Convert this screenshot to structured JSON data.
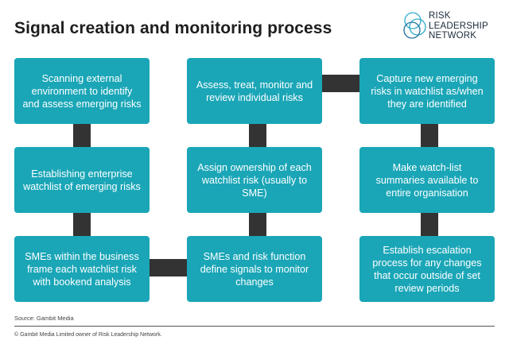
{
  "title": "Signal creation and monitoring process",
  "logo": {
    "line1": "RISK",
    "line2": "LEADERSHIP",
    "line3": "NETWORK"
  },
  "colors": {
    "box": "#1aa6b7",
    "connector": "#333333",
    "title": "#1e1e1e"
  },
  "boxes": {
    "c1r1": "Scanning external environment to identify and assess emerging risks",
    "c1r2": "Establishing enterprise watchlist of emerging risks",
    "c1r3": "SMEs within the business frame each watchlist risk with bookend analysis",
    "c2r1": "Assess, treat, monitor and review individual risks",
    "c2r2": "Assign ownership of each watchlist risk (usually to SME)",
    "c2r3": "SMEs and risk function define signals to monitor changes",
    "c3r1": "Capture new emerging risks in watchlist as/when they are identified",
    "c3r2": "Make watch-list summaries available to entire organisation",
    "c3r3": "Establish escalation process for any changes that occur outside of set review periods"
  },
  "source": "Source: Gambit Media",
  "copyright": "© Gambit Media Limited owner of Risk Leadership Network."
}
